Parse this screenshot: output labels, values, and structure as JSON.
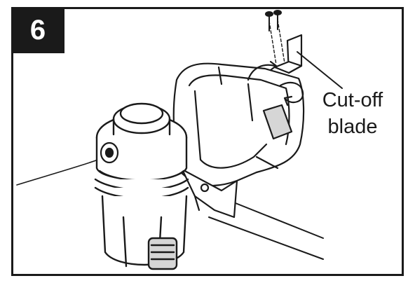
{
  "step": {
    "number": "6"
  },
  "callout": {
    "line1": "Cut-off",
    "line2": "blade"
  },
  "colors": {
    "ink": "#1a1a1a",
    "paper": "#ffffff",
    "shade": "#d6d6d6"
  },
  "icons": {
    "rotate_arrows": "curved-arrow-icon",
    "screws": "screw-icon"
  }
}
